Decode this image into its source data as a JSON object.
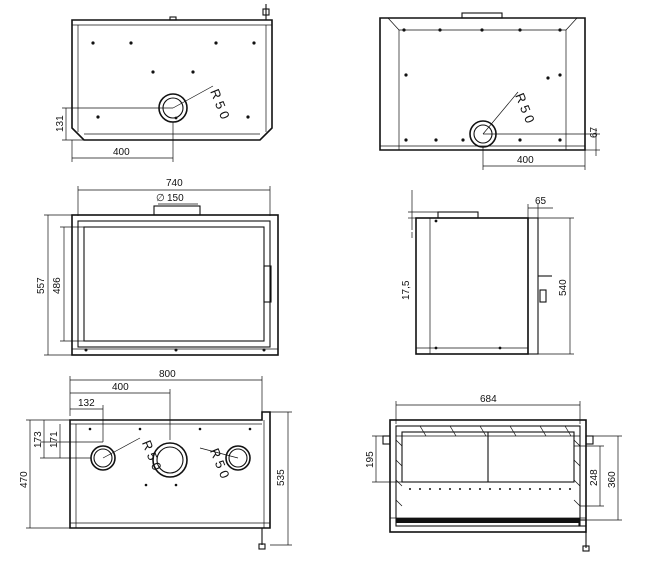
{
  "views": {
    "front_top": {
      "radius_label": "R 5 0",
      "dims": {
        "height": "131",
        "width": "400"
      }
    },
    "rear_top": {
      "radius_label": "R 5 0",
      "dims": {
        "height": "67",
        "width": "400"
      }
    },
    "front_mid": {
      "dims": {
        "overall_width": "740",
        "flue_diameter": "150",
        "outer_height": "557",
        "inner_height": "486"
      },
      "diameter_symbol": "∅"
    },
    "side_mid": {
      "dims": {
        "offset": "17,5",
        "depth": "65",
        "height": "540"
      }
    },
    "top_bottom": {
      "radius_labels": [
        "R 5 0",
        "R 5 0"
      ],
      "dims": {
        "overall_width": "800",
        "center_offset": "400",
        "left_offset": "132",
        "vert_a": "173",
        "vert_b": "171",
        "depth_left": "470",
        "depth_right": "535"
      }
    },
    "section_bottom": {
      "dims": {
        "width": "684",
        "left_height": "195",
        "right_inner": "248",
        "right_outer": "360"
      }
    }
  }
}
